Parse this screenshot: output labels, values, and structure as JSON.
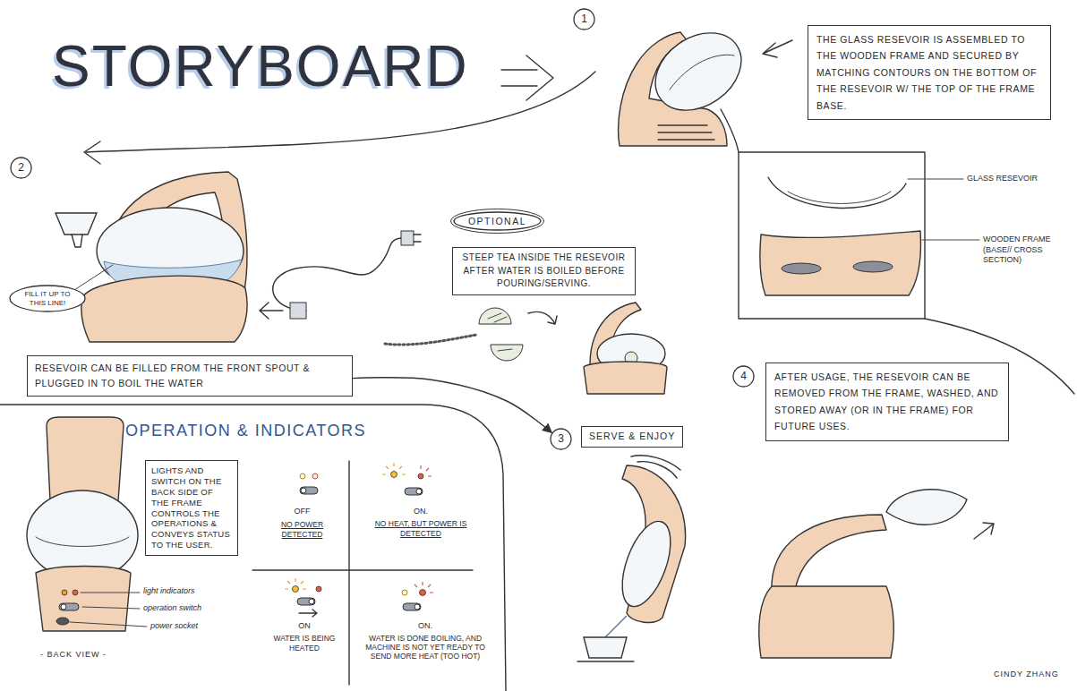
{
  "diagram": {
    "title": "STORYBOARD",
    "nodes": [
      {
        "text": [
          "1"
        ]
      },
      {
        "text": [
          "THE GLASS RESEVOIR IS ASSEMBLED TO THE WOODEN FRAME AND SECURED BY MATCHING CONTOURS ON THE BOTTOM OF THE RESEVOIR W/ THE TOP OF THE FRAME BASE."
        ]
      },
      {
        "text": [
          "2"
        ]
      },
      {
        "text": [
          "FILL IT UP TO THIS LINE!"
        ]
      },
      {
        "text": [
          "OPTIONAL"
        ]
      },
      {
        "text": [
          "STEEP TEA INSIDE THE RESEVOIR AFTER WATER IS BOILED BEFORE POURING/SERVING."
        ]
      },
      {
        "text": [
          "RESEVOIR CAN BE FILLED FROM THE FRONT SPOUT & PLUGGED IN TO BOIL THE WATER"
        ]
      },
      {
        "text": [
          "LIGHTS AND SWITCH ON THE BACK SIDE OF THE FRAME CONTROLS THE OPERATIONS & CONVEYS STATUS TO THE USER."
        ]
      },
      {
        "text": [
          "3"
        ]
      },
      {
        "text": [
          "SERVE & ENJOY"
        ]
      },
      {
        "text": [
          "4"
        ]
      },
      {
        "text": [
          "AFTER USAGE, THE RESEVOIR CAN BE REMOVED FROM THE FRAME, WASHED, AND STORED AWAY (OR IN THE FRAME) FOR FUTURE USES."
        ]
      }
    ],
    "edges": [
      {
        "from": 6,
        "to": 8,
        "arrow": "to"
      }
    ],
    "labels": [
      "GLASS RESEVOIR",
      "WOODEN FRAME (BASE// CROSS SECTION)",
      "OPERATION & INDICATORS",
      "OFF",
      "NO POWER DETECTED",
      "ON.",
      "NO HEAT, BUT POWER IS DETECTED",
      "ON",
      "WATER IS BEING HEATED",
      "ON.",
      "WATER IS DONE BOILING, AND MACHINE IS NOT YET READY TO SEND MORE HEAT (TOO HOT)",
      "light indicators",
      "operation switch",
      "power socket",
      "- BACK VIEW -",
      "CINDY ZHANG"
    ]
  }
}
